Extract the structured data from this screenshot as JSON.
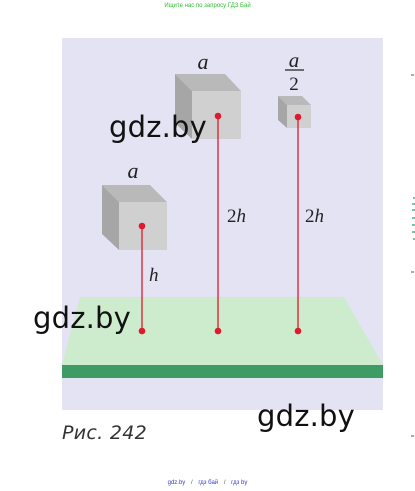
{
  "header": {
    "top_link": "Ищите нас по запросу ГДЗ Бай"
  },
  "figure": {
    "labels": {
      "cube_large_top": "a",
      "cube_left": "a",
      "cube_small_numerator": "a",
      "cube_small_denominator": "2",
      "height_h": "h",
      "height_2h_mid": "2h",
      "height_2h_right": "2h",
      "h_suffix": "h",
      "two_prefix": "2"
    },
    "colors": {
      "background": "#e3e3f4",
      "floor": "#cdebcd",
      "floor_edge": "#3d9b63",
      "cube_front": "#d0d0d0",
      "cube_top": "#b9b9b9",
      "cube_side": "#a6a6a6",
      "line": "#e0192c"
    }
  },
  "watermarks": [
    "gdz.by",
    "gdz.by",
    "gdz.by"
  ],
  "caption": "Рис. 242",
  "footer": {
    "links": [
      "gdz.by",
      "гдз бай",
      "гдз by"
    ],
    "separator": "/"
  }
}
